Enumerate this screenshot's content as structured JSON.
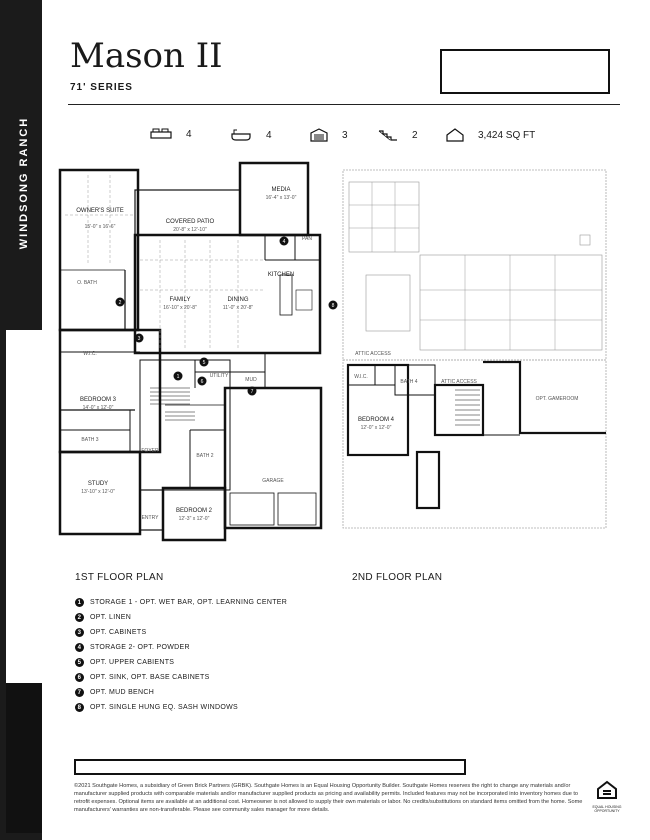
{
  "community": "WINDSONG RANCH",
  "plan_name": "Mason II",
  "series": "71' SERIES",
  "stats": [
    {
      "icon": "bed-icon",
      "value": "4"
    },
    {
      "icon": "bathtub-icon",
      "value": "4"
    },
    {
      "icon": "garage-icon",
      "value": "3"
    },
    {
      "icon": "stairs-icon",
      "value": "2"
    },
    {
      "icon": "house-icon",
      "value": "3,424 SQ FT"
    }
  ],
  "floor1": {
    "label": "1ST FLOOR PLAN",
    "rooms": {
      "owners_suite": "OWNER'S SUITE",
      "owners_dims": "15'-0\" x 16'-6\"",
      "covered_patio": "COVERED PATIO",
      "patio_dims": "20'-8\" x 12'-10\"",
      "media": "MEDIA",
      "media_dims": "16'-4\" x 13'-0\"",
      "pan": "PAN",
      "kitchen": "KITCHEN",
      "o_bath": "O. BATH",
      "family": "FAMILY",
      "family_dims": "16'-10\" x 20'-8\"",
      "dining": "DINING",
      "dining_dims": "11'-0\" x 20'-8\"",
      "wic": "W.I.C.",
      "utility": "UTILITY",
      "mud": "MUD",
      "bedroom3": "BEDROOM 3",
      "bedroom3_dims": "14'-0\" x 12'-0\"",
      "bath3": "BATH 3",
      "foyer": "FOYER",
      "bath2": "BATH 2",
      "study": "STUDY",
      "study_dims": "13'-10\" x 12'-0\"",
      "garage": "GARAGE",
      "entry": "ENTRY",
      "bedroom2": "BEDROOM 2",
      "bedroom2_dims": "12'-3\" x 12'-0\""
    }
  },
  "floor2": {
    "label": "2ND FLOOR PLAN",
    "rooms": {
      "attic_access_1": "ATTIC ACCESS",
      "attic_access_2": "ATTIC ACCESS",
      "bath4": "BATH 4",
      "wic": "W.I.C.",
      "gameroom": "OPT. GAMEROOM",
      "bedroom4": "BEDROOM 4",
      "bedroom4_dims": "12'-0\" x 12'-0\""
    }
  },
  "legend": [
    {
      "num": "1",
      "text": "STORAGE 1 - OPT. WET BAR, OPT. LEARNING CENTER"
    },
    {
      "num": "2",
      "text": "OPT. LINEN"
    },
    {
      "num": "3",
      "text": "OPT. CABINETS"
    },
    {
      "num": "4",
      "text": "STORAGE 2- OPT. POWDER"
    },
    {
      "num": "5",
      "text": "OPT. UPPER CABIENTS"
    },
    {
      "num": "6",
      "text": "OPT. SINK, OPT. BASE CABINETS"
    },
    {
      "num": "7",
      "text": "OPT. MUD BENCH"
    },
    {
      "num": "8",
      "text": "OPT. SINGLE HUNG EQ. SASH WINDOWS"
    }
  ],
  "disclaimer": "©2021 Southgate Homes, a subsidiary of Green Brick Partners (GRBK). Southgate Homes is an Equal Housing Opportunity Builder. Southgate Homes reserves the right to change any materials and/or manufacturer supplied products with comparable materials and/or manufacturer supplied products as pricing and availability permits. Included features may not be incorporated into inventory homes due to retrofit expenses. Optional items are available at an additional cost. Homeowner is not allowed to supply their own materials or labor. No credits/substitutions on standard items omitted from the home. Some manufacturers' warranties are non-transferable. Please see community sales manager for more details.",
  "eho_text": "EQUAL HOUSING OPPORTUNITY"
}
